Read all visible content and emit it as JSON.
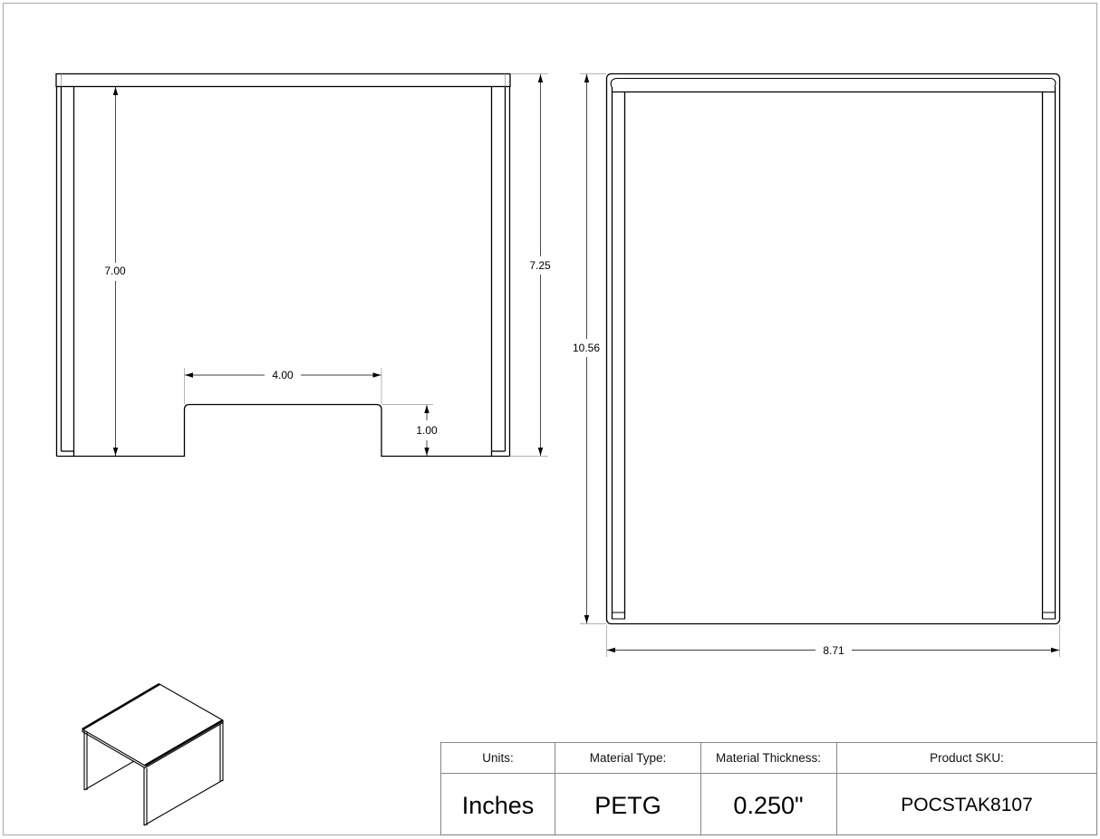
{
  "drawing": {
    "front_view": {
      "dimensions": {
        "inner_height": "7.00",
        "outer_height": "7.25",
        "cutout_width": "4.00",
        "cutout_height": "1.00"
      }
    },
    "top_view": {
      "dimensions": {
        "depth": "10.56",
        "width": "8.71"
      }
    },
    "isometric_view": {
      "label": "isometric-stand-preview"
    }
  },
  "title_block": {
    "columns": [
      {
        "header": "Units:",
        "value": "Inches"
      },
      {
        "header": "Material Type:",
        "value": "PETG"
      },
      {
        "header": "Material Thickness:",
        "value": "0.250\""
      },
      {
        "header": "Product SKU:",
        "value": "POCSTAK8107"
      }
    ]
  },
  "colors": {
    "line": "#000000",
    "border": "#b0b0b0",
    "dim_line": "#555555"
  }
}
